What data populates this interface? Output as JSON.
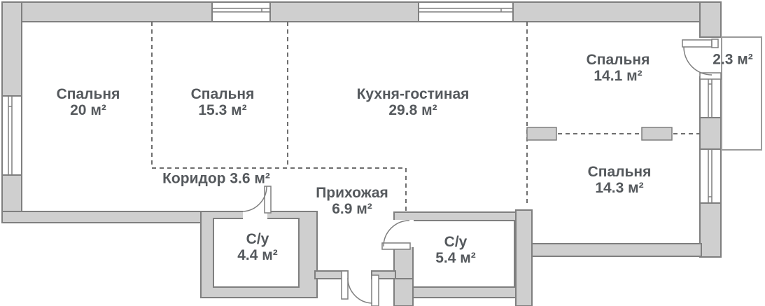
{
  "palette": {
    "wall_fill": "#cfcfcf",
    "wall_stroke": "#7f7f7f",
    "zone_line": "#6e6e6e",
    "balcony_stroke": "#9b9b9b",
    "text_color": "#55595d",
    "background": "#ffffff"
  },
  "rooms": [
    {
      "line1": "Спальня",
      "line2": "20 м²"
    },
    {
      "line1": "Спальня",
      "line2": "15.3 м²"
    },
    {
      "line1": "Кухня-гостиная",
      "line2": "29.8 м²"
    },
    {
      "line1": "Спальня",
      "line2": "14.1 м²"
    },
    {
      "line1": "2.3 м²",
      "line2": ""
    },
    {
      "line1": "Спальня",
      "line2": "14.3 м²"
    },
    {
      "line1": "Коридор 3.6 м²",
      "line2": ""
    },
    {
      "line1": "Прихожая",
      "line2": "6.9 м²"
    },
    {
      "line1": "С/у",
      "line2": "4.4 м²"
    },
    {
      "line1": "С/у",
      "line2": "5.4 м²"
    }
  ]
}
